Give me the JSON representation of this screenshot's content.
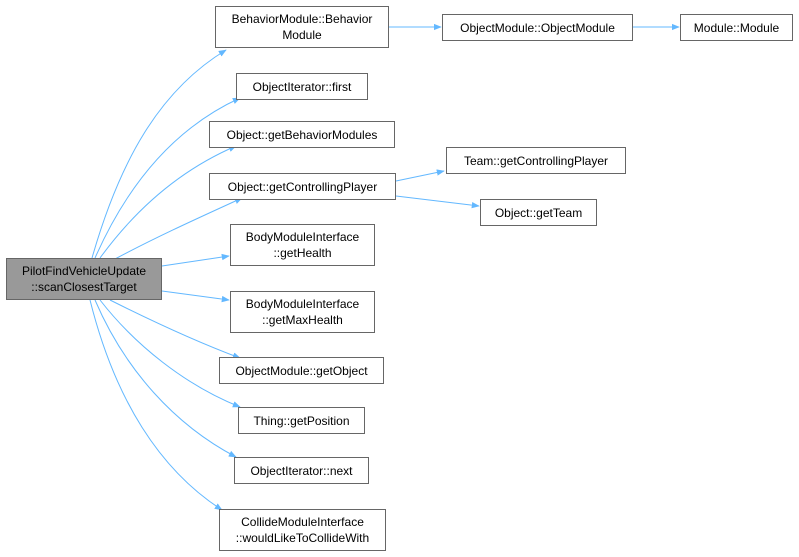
{
  "graph": {
    "root": {
      "line1": "PilotFindVehicleUpdate",
      "line2": "::scanClosestTarget"
    },
    "behavior_module_ctor": {
      "line1": "BehaviorModule::Behavior",
      "line2": "Module"
    },
    "object_module_ctor": {
      "label": "ObjectModule::ObjectModule"
    },
    "module_ctor": {
      "label": "Module::Module"
    },
    "object_iterator_first": {
      "label": "ObjectIterator::first"
    },
    "object_get_behavior_modules": {
      "label": "Object::getBehaviorModules"
    },
    "object_get_controlling_player": {
      "label": "Object::getControllingPlayer"
    },
    "team_get_controlling_player": {
      "label": "Team::getControllingPlayer"
    },
    "object_get_team": {
      "label": "Object::getTeam"
    },
    "body_get_health": {
      "line1": "BodyModuleInterface",
      "line2": "::getHealth"
    },
    "body_get_max_health": {
      "line1": "BodyModuleInterface",
      "line2": "::getMaxHealth"
    },
    "object_module_get_object": {
      "label": "ObjectModule::getObject"
    },
    "thing_get_position": {
      "label": "Thing::getPosition"
    },
    "object_iterator_next": {
      "label": "ObjectIterator::next"
    },
    "collide_would_like": {
      "line1": "CollideModuleInterface",
      "line2": "::wouldLikeToCollideWith"
    }
  },
  "colors": {
    "edge": "#63b8ff",
    "root_fill": "#999999",
    "node_border": "#666666"
  }
}
